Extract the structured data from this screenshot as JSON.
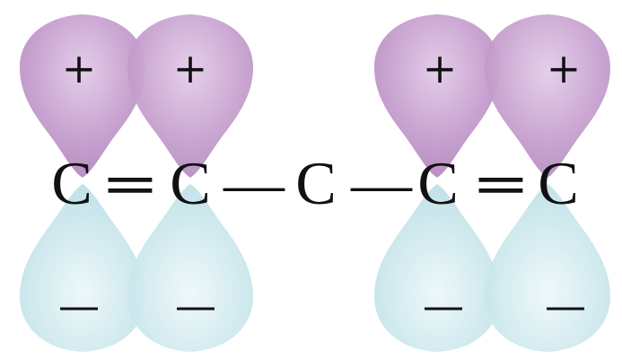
{
  "molecule": {
    "atoms": [
      "C",
      "C",
      "C",
      "C",
      "C"
    ],
    "bonds": [
      "═",
      "—",
      "—",
      "═"
    ]
  },
  "orbitals": [
    {
      "id": 1,
      "upper_sign": "+",
      "lower_sign": "—"
    },
    {
      "id": 2,
      "upper_sign": "+",
      "lower_sign": "—"
    },
    {
      "id": 3,
      "upper_sign": "+",
      "lower_sign": "—"
    },
    {
      "id": 4,
      "upper_sign": "+",
      "lower_sign": "—"
    }
  ],
  "colors": {
    "upper_lobe": "#c7a1cf",
    "lower_lobe": "#cfe9ee",
    "text": "#111111",
    "background": "#ffffff"
  }
}
